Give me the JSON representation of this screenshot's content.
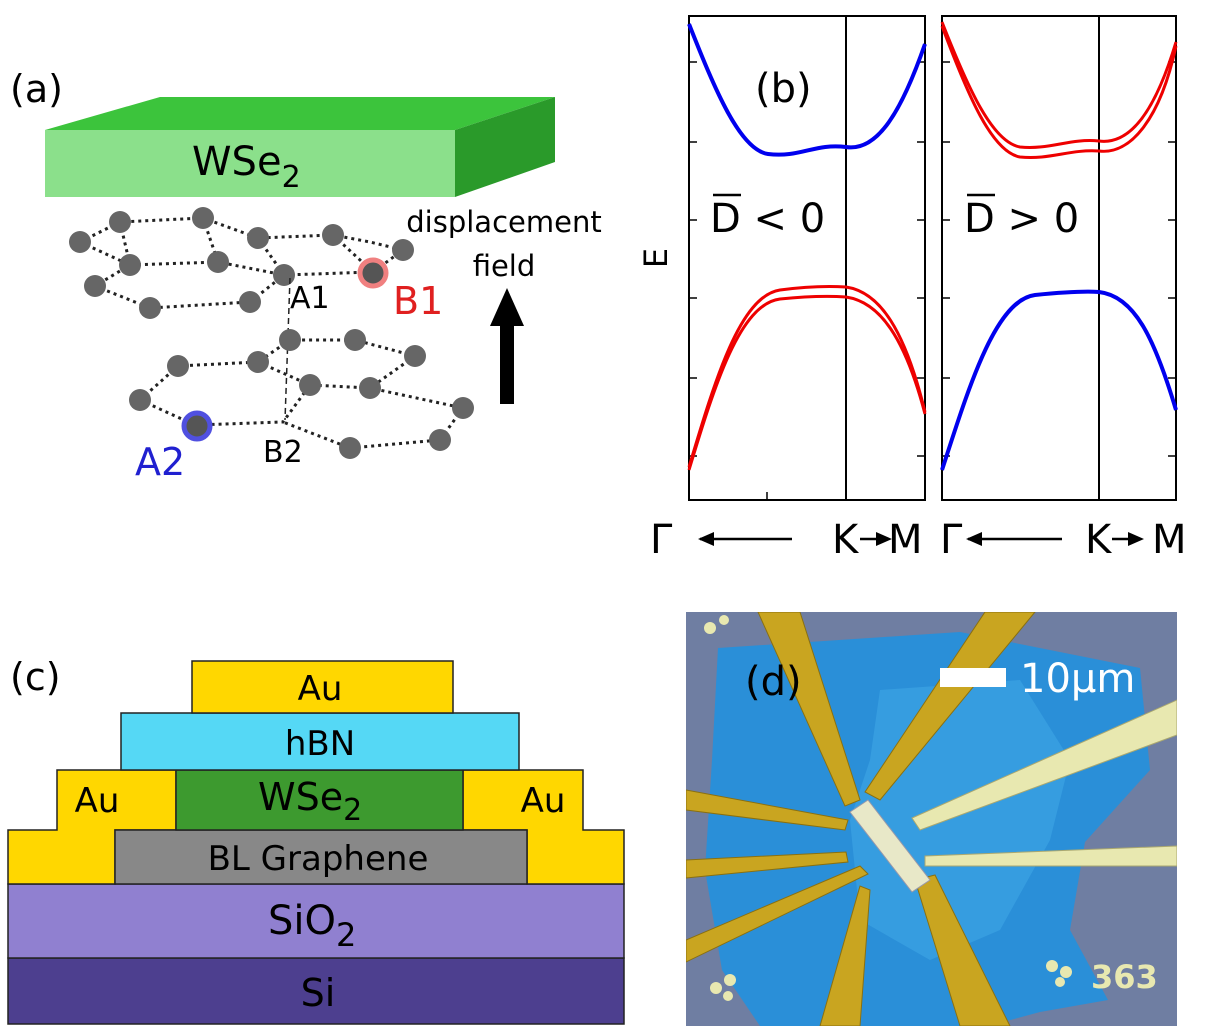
{
  "panel_a": {
    "label": "(a)",
    "slab_text": "WSe",
    "slab_sub": "2",
    "field_line1": "displacement",
    "field_line2": "field",
    "site_a1": "A1",
    "site_b1": "B1",
    "site_a2": "A2",
    "site_b2": "B2",
    "colors": {
      "slab_top": "#3cc43c",
      "slab_front": "#8be08b",
      "slab_side": "#2a9a2a",
      "atom": "#666666",
      "b1": "#e02020",
      "a2": "#2020d0"
    }
  },
  "panel_b": {
    "label": "(b)",
    "y_axis_label": "E",
    "left": {
      "condition": "D < 0",
      "bar": "D"
    },
    "right": {
      "condition": "D > 0",
      "bar": "D"
    },
    "k_labels": {
      "gamma": "Γ",
      "k": "K",
      "m": "M"
    },
    "colors": {
      "blue": "#0000ee",
      "red": "#ee0000"
    }
  },
  "panel_c": {
    "label": "(c)",
    "layers": {
      "au_top": "Au",
      "hbn": "hBN",
      "wse2": "WSe",
      "wse2_sub": "2",
      "au_left": "Au",
      "au_right": "Au",
      "graphene": "BL Graphene",
      "sio2": "SiO",
      "sio2_sub": "2",
      "si": "Si"
    },
    "colors": {
      "au": "#ffd700",
      "hbn": "#55d8f5",
      "wse2": "#3d9a2f",
      "graphene": "#888888",
      "sio2": "#9080d0",
      "si": "#4d3f8f"
    }
  },
  "panel_d": {
    "label": "(d)",
    "scale_bar": "10μm",
    "chip_text": "363"
  }
}
